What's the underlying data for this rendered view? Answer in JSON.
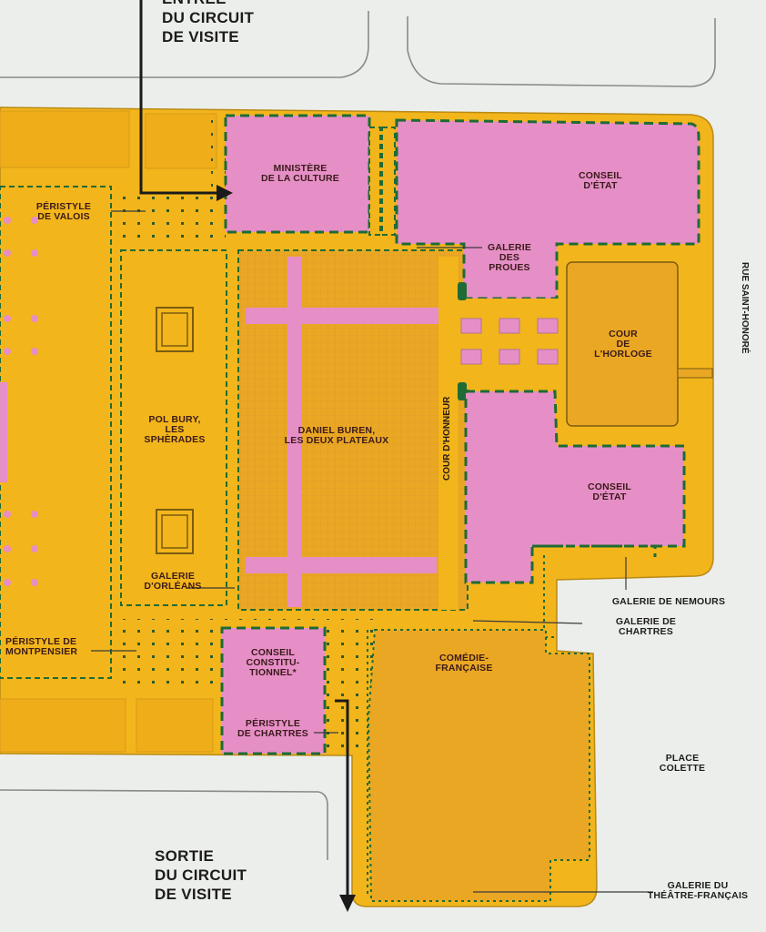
{
  "colors": {
    "background": "#eceeeb",
    "ground": "#f2b51b",
    "courtyard": "#eaa724",
    "building_pink": "#e68fc6",
    "outline_green": "#1f6b35",
    "path": "#1a1a1a",
    "road_line": "#8a8a8a"
  },
  "entry_label": [
    "ENTRÉE",
    "DU CIRCUIT",
    "DE VISITE"
  ],
  "exit_label": [
    "SORTIE",
    "DU CIRCUIT",
    "DE VISITE"
  ],
  "labels": {
    "ministere": [
      "MINISTÈRE",
      "DE LA CULTURE"
    ],
    "conseil_etat_top": [
      "CONSEIL",
      "D'ÉTAT"
    ],
    "peristyle_valois": [
      "PÉRISTYLE",
      "DE VALOIS"
    ],
    "galerie_proues": [
      "GALERIE",
      "DES",
      "PROUES"
    ],
    "cour_horloge": [
      "COUR",
      "DE",
      "L'HORLOGE"
    ],
    "pol_bury": [
      "POL BURY,",
      "LES",
      "SPHÈRADES"
    ],
    "daniel_buren": [
      "DANIEL BUREN,",
      "LES DEUX PLATEAUX"
    ],
    "cour_honneur": "COUR D'HONNEUR",
    "conseil_etat_bottom": [
      "CONSEIL",
      "D'ÉTAT"
    ],
    "galerie_orleans": [
      "GALERIE",
      "D'ORLÉANS"
    ],
    "galerie_nemours": "GALERIE DE NEMOURS",
    "galerie_chartres": [
      "GALERIE DE",
      "CHARTRES"
    ],
    "peristyle_montpensier": [
      "PÉRISTYLE DE",
      "MONTPENSIER"
    ],
    "conseil_constitutionnel": [
      "CONSEIL",
      "CONSTITU-",
      "TIONNEL*"
    ],
    "comedie_francaise": [
      "COMÉDIE-",
      "FRANÇAISE"
    ],
    "peristyle_chartres": [
      "PÉRISTYLE",
      "DE CHARTRES"
    ],
    "place_colette": [
      "PLACE",
      "COLETTE"
    ],
    "galerie_theatre": [
      "GALERIE DU",
      "THÉÂTRE-FRANÇAIS"
    ],
    "rue_saint_honore": "RUE SAINT-HONORÉ"
  }
}
